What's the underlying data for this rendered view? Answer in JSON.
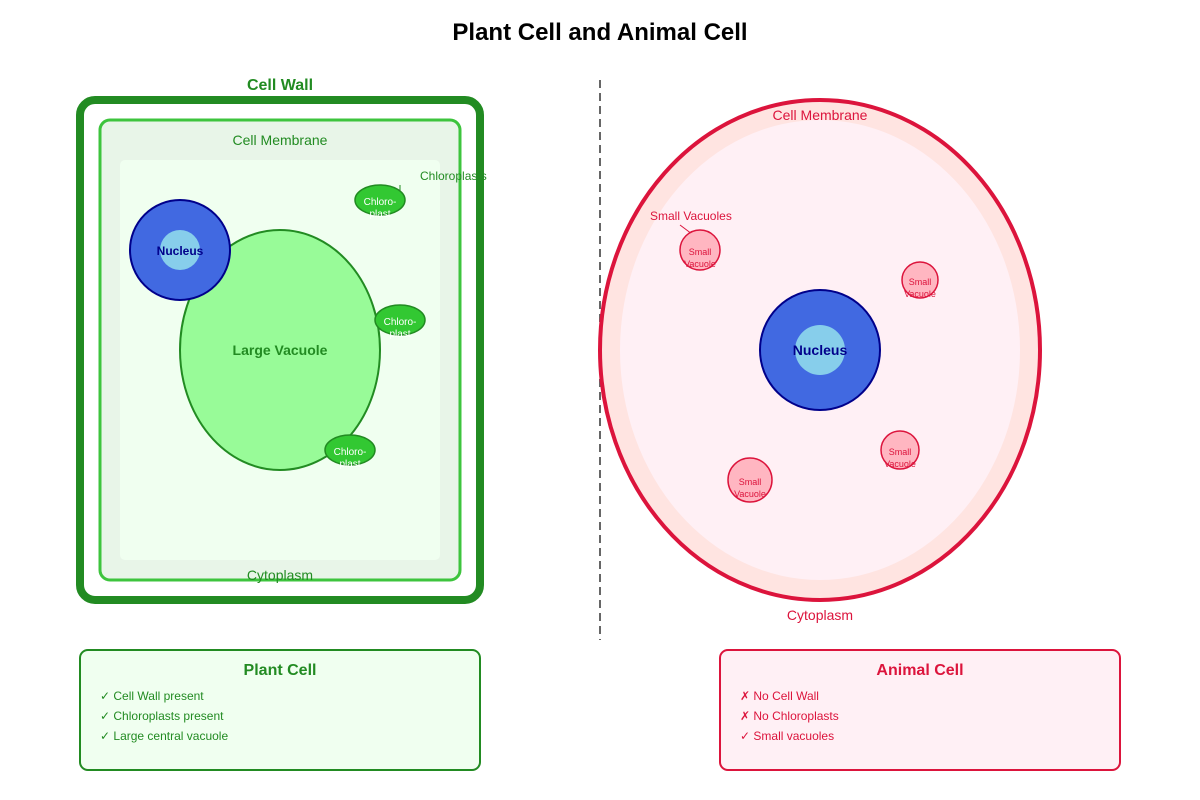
{
  "title": "Plant Cell and Animal Cell",
  "colors": {
    "plant_dark": "#228B22",
    "plant_light": "#3DC43D",
    "plant_vacuole": "#98FB98",
    "chloroplast": "#32C832",
    "animal": "#DC143C",
    "animal_fill": "#FFE4E1",
    "nucleus": "#4169E1",
    "nucleolus": "#87CEEB",
    "small_vacuole": "#FFB6C1"
  },
  "plant": {
    "cell_wall_label": "Cell Wall",
    "membrane_label": "Cell Membrane",
    "cytoplasm_label": "Cytoplasm",
    "nucleus_label": "Nucleus",
    "vacuole_label": "Large Vacuole",
    "chloroplasts_label": "Chloroplasts",
    "chloroplast_line1": "Chloro-",
    "chloroplast_line2": "plast"
  },
  "animal": {
    "membrane_label": "Cell Membrane",
    "cytoplasm_label": "Cytoplasm",
    "nucleus_label": "Nucleus",
    "small_vacuoles_label": "Small Vacuoles",
    "vacuole_line1": "Small",
    "vacuole_line2": "Vacuole"
  },
  "plant_box": {
    "title": "Plant Cell",
    "items": [
      "✓ Cell Wall present",
      "✓ Chloroplasts present",
      "✓ Large central vacuole"
    ]
  },
  "animal_box": {
    "title": "Animal Cell",
    "items": [
      "✗ No Cell Wall",
      "✗ No Chloroplasts",
      "✓ Small vacuoles"
    ]
  }
}
